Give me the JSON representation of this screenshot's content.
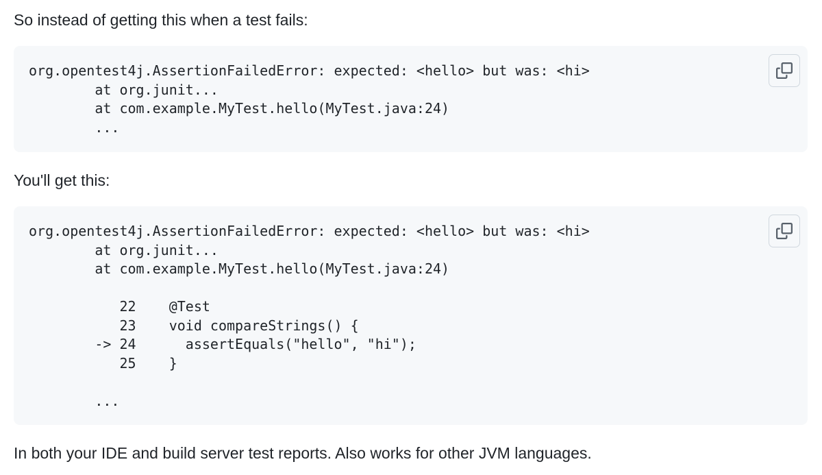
{
  "paragraphs": {
    "intro": "So instead of getting this when a test fails:",
    "middle": "You'll get this:",
    "outro": "In both your IDE and build server test reports. Also works for other JVM languages."
  },
  "code_blocks": [
    {
      "text": "org.opentest4j.AssertionFailedError: expected: <hello> but was: <hi>\n        at org.junit...\n        at com.example.MyTest.hello(MyTest.java:24)\n        ...",
      "copy_icon": "copy-icon"
    },
    {
      "text": "org.opentest4j.AssertionFailedError: expected: <hello> but was: <hi>\n        at org.junit...\n        at com.example.MyTest.hello(MyTest.java:24)\n\n           22    @Test\n           23    void compareStrings() {\n        -> 24      assertEquals(\"hello\", \"hi\");\n           25    }\n\n        ...",
      "copy_icon": "copy-icon"
    }
  ]
}
